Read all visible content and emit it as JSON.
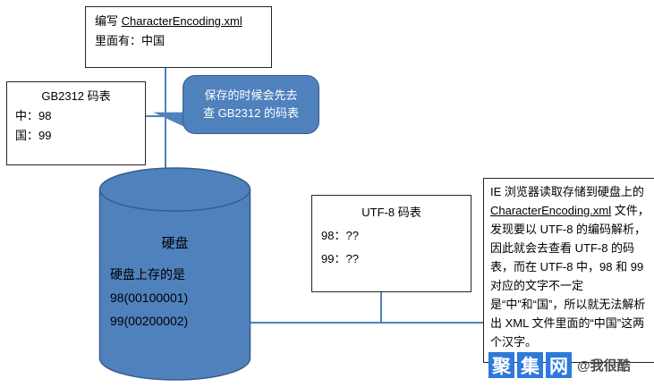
{
  "colors": {
    "accent": "#4f81bd",
    "accent_dark": "#385d8a",
    "watermark_blue": "#2e79d9"
  },
  "write_box": {
    "line1_prefix": "编写 ",
    "filename": "CharacterEncoding.xml",
    "line2": "里面有：中国"
  },
  "gb2312": {
    "title": "GB2312 码表",
    "rows": [
      "中：98",
      "国：99"
    ]
  },
  "bubble": {
    "line1": "保存的时候会先去",
    "line2": "查 GB2312 的码表"
  },
  "cylinder": {
    "title": "硬盘",
    "line1": "硬盘上存的是",
    "line2": "98(00100001)",
    "line3": "99(00200002)"
  },
  "utf8": {
    "title": "UTF-8 码表",
    "rows": [
      "98：??",
      "99：??"
    ]
  },
  "ie_note": {
    "part1": "IE 浏览器读取存储到硬盘上的 ",
    "filename": "CharacterEncoding.xml",
    "part2": " 文件，发现要以 UTF-8 的编码解析，因此就会去查看 UTF-8 的码表，而在 UTF-8 中，98 和 99 对应的文字不一定是“中”和“国”，所以就无法解析出 XML 文件里面的“中国”这两个汉字。"
  },
  "watermark": {
    "blocks": [
      "聚",
      "集",
      "网"
    ],
    "handle": "@我很酷"
  }
}
